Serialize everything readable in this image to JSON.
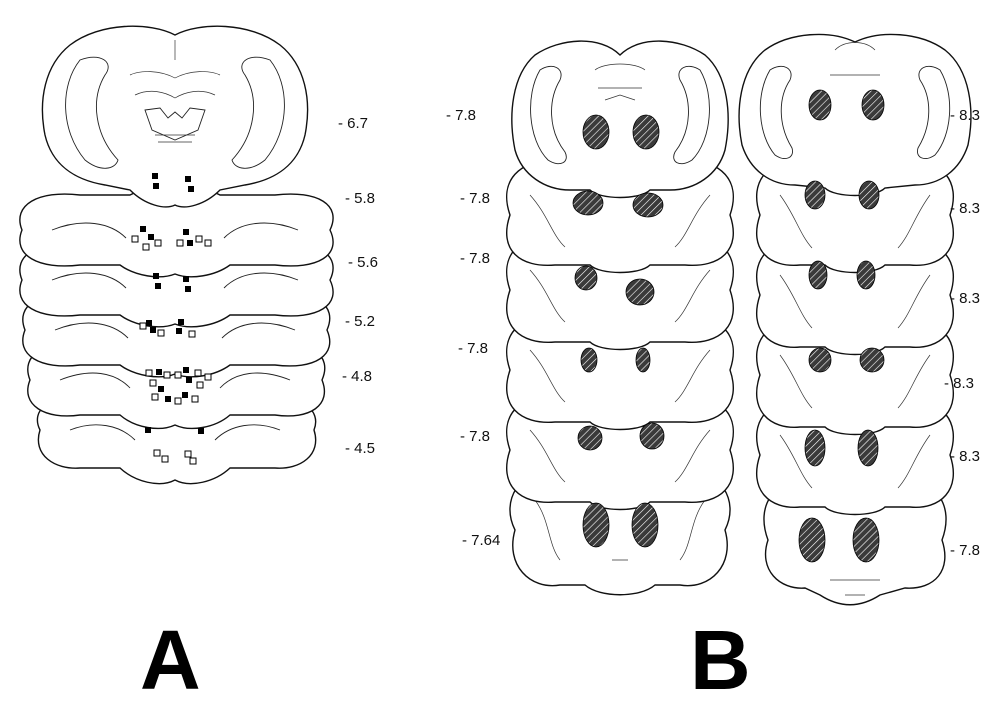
{
  "panels": [
    {
      "letter": "A",
      "labels": [
        "- 6.7",
        "- 5.8",
        "- 5.6",
        "- 5.2",
        "- 4.8",
        "- 4.5"
      ]
    },
    {
      "letter": "B",
      "left_labels": [
        "- 7.8",
        "- 7.8",
        "- 7.8",
        "- 7.8",
        "- 7.8",
        "- 7.64"
      ],
      "right_labels": [
        "- 8.3",
        "- 8.3",
        "- 8.3",
        "- 8.3",
        "- 8.3",
        "- 7.8"
      ]
    }
  ],
  "colors": {
    "line": "#111111",
    "filled_marker": "#000000",
    "open_marker": "#ffffff",
    "hatched_lesion": "#3a3a3a"
  }
}
